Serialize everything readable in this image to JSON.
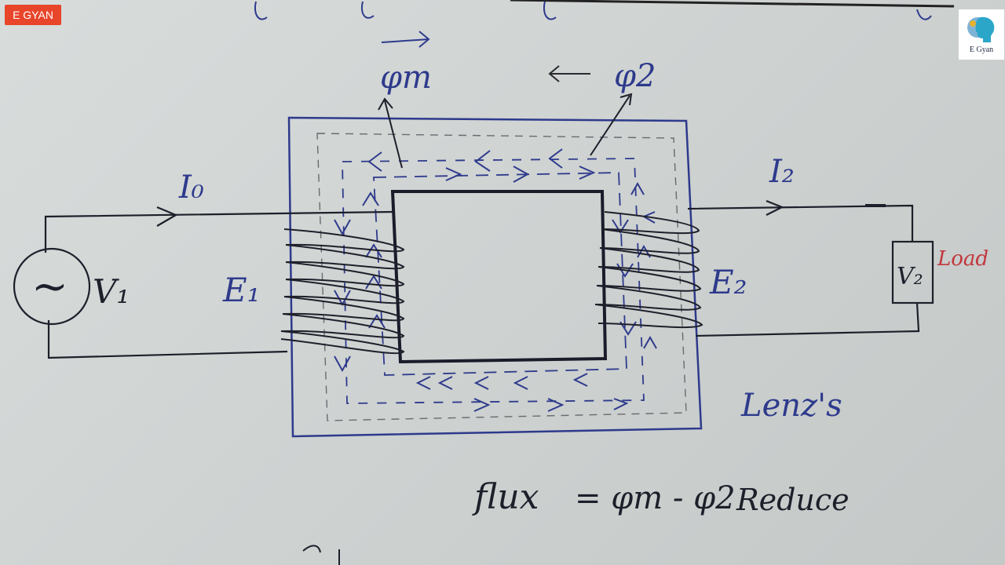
{
  "badge": {
    "label": "E GYAN"
  },
  "brand": {
    "name": "E Gyan",
    "logo_icon": "head-silhouette-icon",
    "accent": "#2ba6c9"
  },
  "colors": {
    "ink": "#2e3a8c",
    "pencil": "#2a2a30",
    "load_label": "#c2373d",
    "paper": "#d3d7d6",
    "badge": "#e8452a"
  },
  "labels": {
    "phi_m": "φm",
    "phi_2": "φ2",
    "I0": "I₀",
    "I2": "I₂",
    "E1": "E₁",
    "E2": "E₂",
    "V1": "V₁",
    "V2": "V₂",
    "ac_symbol": "~",
    "load": "Load",
    "lenz": "Lenz's",
    "flux_word": "flux",
    "flux_formula": "= φm - φ2",
    "reduce": "Reduce"
  }
}
